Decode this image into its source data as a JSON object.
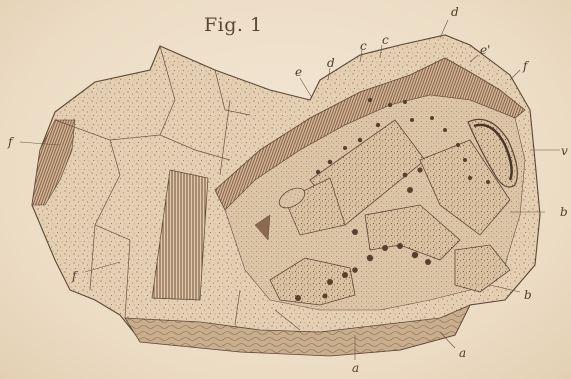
{
  "figure": {
    "title": "Fig. 1",
    "labels": {
      "d_top": "d",
      "e_prime": "e'",
      "f_top_right": "f",
      "c_left": "c",
      "c_right": "c",
      "d_mid": "d",
      "e_left": "e",
      "f_left": "f",
      "f_bottom_left": "f",
      "v_right": "v",
      "b_right": "b",
      "b_bottom": "b",
      "a_right": "a",
      "a_bottom": "a"
    }
  },
  "colors": {
    "paper": "#efe2cc",
    "rock": "#e2cdb0",
    "rock_dark": "#c9ad8c",
    "ink": "#5b4636",
    "hatch": "#7a5a44"
  }
}
